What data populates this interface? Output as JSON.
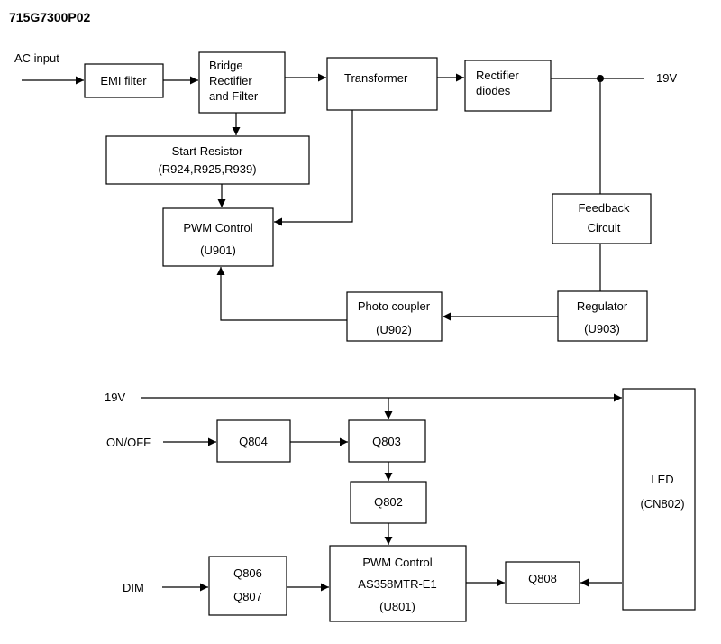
{
  "title": "715G7300P02",
  "power": {
    "ac_input": "AC input",
    "emi_filter": "EMI filter",
    "bridge": [
      "Bridge",
      "Rectifier",
      "and Filter"
    ],
    "transformer": "Transformer",
    "rectifier_diodes": [
      "Rectifier",
      "diodes"
    ],
    "output_19v": "19V",
    "start_resistor": [
      "Start Resistor",
      "(R924,R925,R939)"
    ],
    "pwm_control": [
      "PWM Control",
      "(U901)"
    ],
    "feedback": [
      "Feedback",
      "Circuit"
    ],
    "regulator": [
      "Regulator",
      "(U903)"
    ],
    "photo_coupler": [
      "Photo coupler",
      "(U902)"
    ]
  },
  "backlight": {
    "input_19v": "19V",
    "on_off": "ON/OFF",
    "dim": "DIM",
    "q804": "Q804",
    "q803": "Q803",
    "q802": "Q802",
    "q806_q807": [
      "Q806",
      "Q807"
    ],
    "pwm_control": [
      "PWM Control",
      "AS358MTR-E1",
      "(U801)"
    ],
    "q808": "Q808",
    "led": [
      "LED",
      "(CN802)"
    ]
  }
}
